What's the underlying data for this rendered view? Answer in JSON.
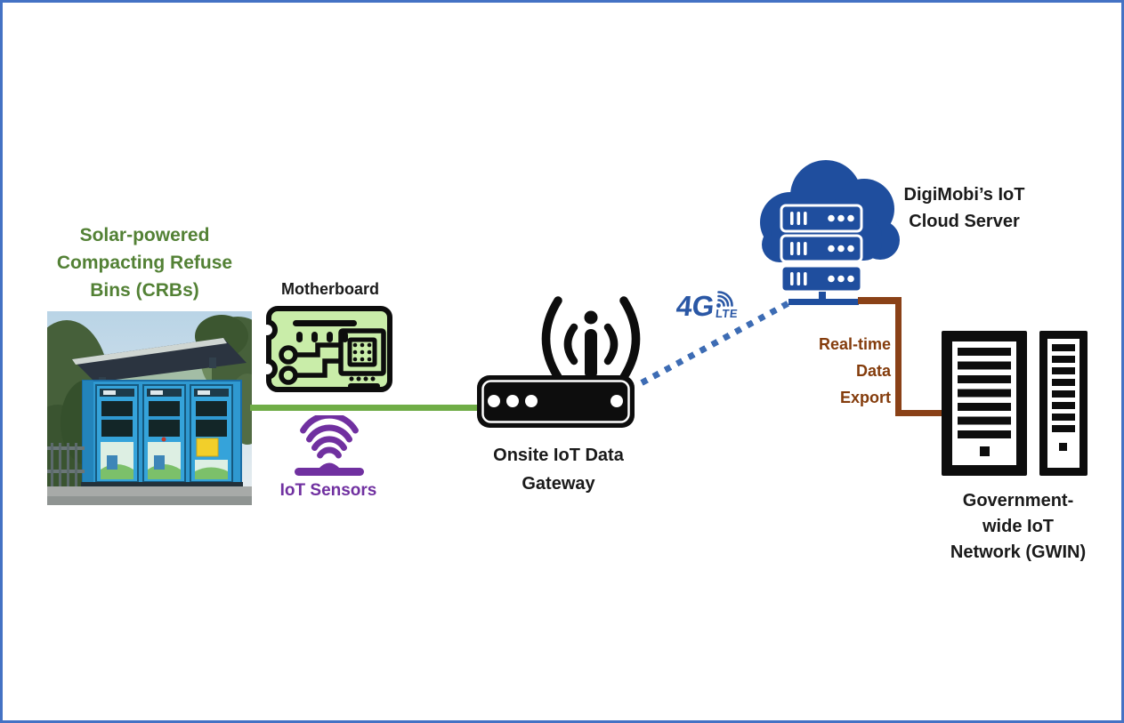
{
  "window": {
    "background": "#ffffff",
    "border_color": "#4472c4"
  },
  "colors": {
    "page_bg": "#ffffff",
    "frame_border": "#4472c4",
    "ink": "#1a1a1a",
    "ink_icon": "#0d0d0d",
    "green_title": "#538135",
    "green_line": "#70ad47",
    "purple": "#7030a0",
    "blue_line": "#3d6cb4",
    "blue_4g": "#2a57a5",
    "cloud_blue": "#1f4e9e",
    "brown_text": "#843c0c",
    "brown_line": "#8a4117",
    "board_green": "#c9eda9"
  },
  "nodes": {
    "crb": {
      "title": "Solar-powered\nCompacting Refuse\nBins (CRBs)"
    },
    "motherboard": {
      "label": "Motherboard"
    },
    "iot_sensors": {
      "label": "IoT Sensors"
    },
    "gateway": {
      "label": "Onsite IoT Data\nGateway"
    },
    "cellular": {
      "label_4g": "4G",
      "label_lte": "LTE"
    },
    "cloud_server": {
      "label": "DigiMobi’s IoT\nCloud Server"
    },
    "gwin": {
      "label": "Government-\nwide IoT\nNetwork (GWIN)"
    }
  },
  "connections": [
    {
      "from": "crb",
      "to": "gateway",
      "style": "solid",
      "color": "#70ad47"
    },
    {
      "from": "gateway",
      "to": "cloud_server",
      "style": "dotted",
      "color": "#3d6cb4",
      "via": "4G LTE"
    },
    {
      "from": "cloud_server",
      "to": "gwin",
      "style": "solid",
      "color": "#8a4117",
      "label": "Real-time\nData\nExport"
    }
  ]
}
